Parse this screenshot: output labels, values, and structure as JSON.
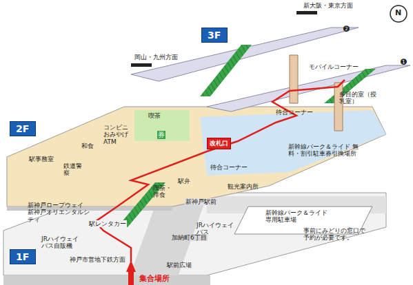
{
  "diagram": {
    "nodes": [
      {
        "text": [
          "3F"
        ]
      },
      {
        "text": [
          "2F"
        ]
      },
      {
        "text": [
          "1F"
        ]
      },
      {
        "text": [
          "改札口"
        ]
      },
      {
        "text": [
          "集合場所"
        ]
      }
    ],
    "labels": [
      "新大阪・東京方面",
      "岡山・九州方面",
      "❷",
      "❶",
      "モバイルコーナー",
      "多目的室（授乳室）",
      "待合コーナー",
      "新幹線パーク＆ライド 無料・割引駐車券引換場所",
      "待合コーナー",
      "喫茶",
      "券",
      "コンビニ おみやげ ATM",
      "和食",
      "駅事務室",
      "鉄道警察",
      "駅弁",
      "喫茶・洋食",
      "観光案内所",
      "新神戸ロープウェイ 新神戸オリエンタルシティ",
      "駅レンタカー",
      "JRハイウェイバス自販機",
      "神戸市営地下鉄方面",
      "新幹線パーク＆ライド 専用駐車場",
      "事前にみどりの窓口で 予約が必要です。",
      "JRハイウェイバス",
      "駅前広場",
      "新神戸駅前",
      "加納町6丁目",
      "N"
    ]
  }
}
